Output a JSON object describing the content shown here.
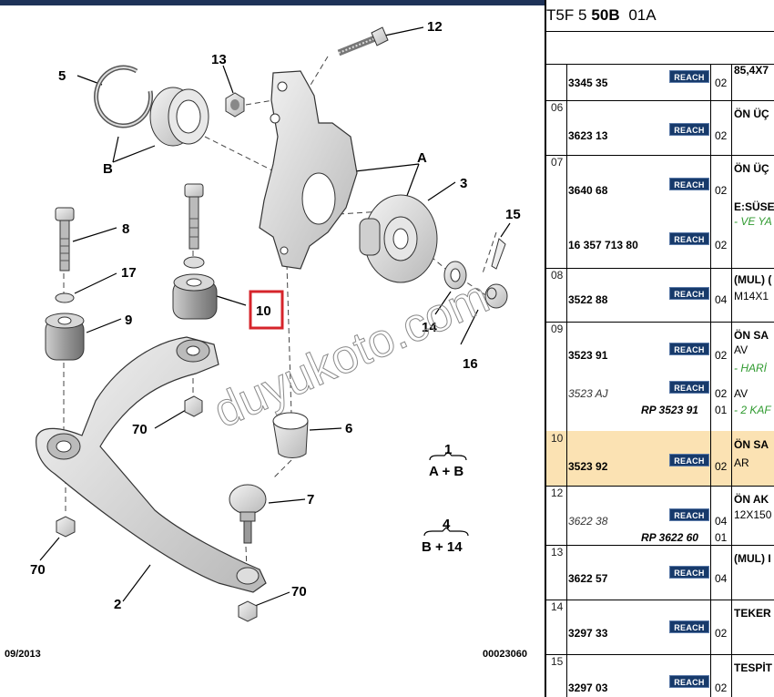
{
  "diagram": {
    "callouts": {
      "c1": "1",
      "c2": "2",
      "c3": "3",
      "c4": "4",
      "c5": "5",
      "c6": "6",
      "c7": "7",
      "c8": "8",
      "c9": "9",
      "c10": "10",
      "c12": "12",
      "c13": "13",
      "c14": "14",
      "c15": "15",
      "c16": "16",
      "c17": "17",
      "cA": "A",
      "cB": "B",
      "c70a": "70",
      "c70b": "70",
      "c70c": "70"
    },
    "legend": {
      "l1_top": "1",
      "l1_bottom": "A + B",
      "l4_top": "4",
      "l4_bottom": "B + 14"
    },
    "date": "09/2013",
    "code": "00023060",
    "watermark": "duyukoto.com",
    "highlight_color": "#d6242b"
  },
  "panel": {
    "title_prefix": "T5F 5",
    "title_bold": "50B",
    "title_suffix": "01A",
    "badge_label": "REACH",
    "rows": [
      {
        "pos": "",
        "lines": [
          {
            "ref": "3345 35",
            "qty": "02",
            "desc": "85,4X7"
          }
        ]
      },
      {
        "pos": "06",
        "lines": [
          {
            "ref": "3623 13",
            "qty": "02",
            "desc": "ÖN ÜÇ"
          }
        ]
      },
      {
        "pos": "07",
        "lines": [
          {
            "ref": "3640 68",
            "qty": "02",
            "desc": "ÖN ÜÇ"
          },
          {
            "ref": "16 357 713 80",
            "qty": "02",
            "desc": "E:SÜSE",
            "desc2": "- VE YA"
          }
        ]
      },
      {
        "pos": "08",
        "lines": [
          {
            "ref": "3522 88",
            "qty": "04",
            "desc": "(MUL) (",
            "desc2": "M14X1"
          }
        ]
      },
      {
        "pos": "09",
        "lines": [
          {
            "ref": "3523 91",
            "qty": "02",
            "desc": "ÖN SA",
            "desc2": "AV",
            "desc3": "- HARİ"
          },
          {
            "ref": "3523 AJ",
            "qty": "02",
            "desc": "AV",
            "rp": "RP 3523 91",
            "rpqty": "01",
            "rpdesc": "- 2 KAF"
          }
        ]
      },
      {
        "pos": "10",
        "lines": [
          {
            "ref": "3523 92",
            "qty": "02",
            "desc": "ÖN SA",
            "desc2": "AR"
          }
        ]
      },
      {
        "pos": "12",
        "lines": [
          {
            "ref": "3622 38",
            "qty": "04",
            "desc": "ÖN AK",
            "desc2": "12X150",
            "rp": "RP 3622 60",
            "rpqty": "01"
          }
        ]
      },
      {
        "pos": "13",
        "lines": [
          {
            "ref": "3622 57",
            "qty": "04",
            "desc": "(MUL) I"
          }
        ]
      },
      {
        "pos": "14",
        "lines": [
          {
            "ref": "3297 33",
            "qty": "02",
            "desc": "TEKER"
          }
        ]
      },
      {
        "pos": "15",
        "lines": [
          {
            "ref": "3297 03",
            "qty": "02",
            "desc": "TESPİT"
          }
        ]
      }
    ]
  }
}
